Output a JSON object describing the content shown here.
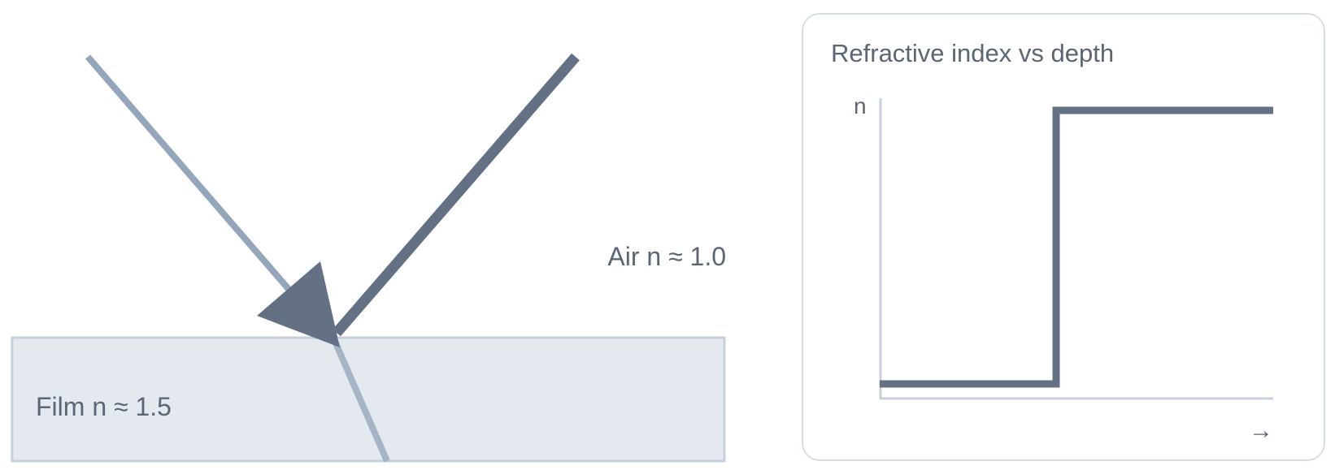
{
  "diagram": {
    "air_label": "Air n ≈ 1.0",
    "film_label": "Film n ≈ 1.5"
  },
  "inset": {
    "title": "Refractive index vs depth",
    "y_axis_label": "n",
    "x_axis_arrow": "→"
  },
  "colors": {
    "dark_ray": "#647084",
    "light_ray": "#94a6b9",
    "film_fill": "#e4e9f0",
    "film_border": "#c7d1dd",
    "text": "#5b6675",
    "axis": "#c7d1dd"
  }
}
